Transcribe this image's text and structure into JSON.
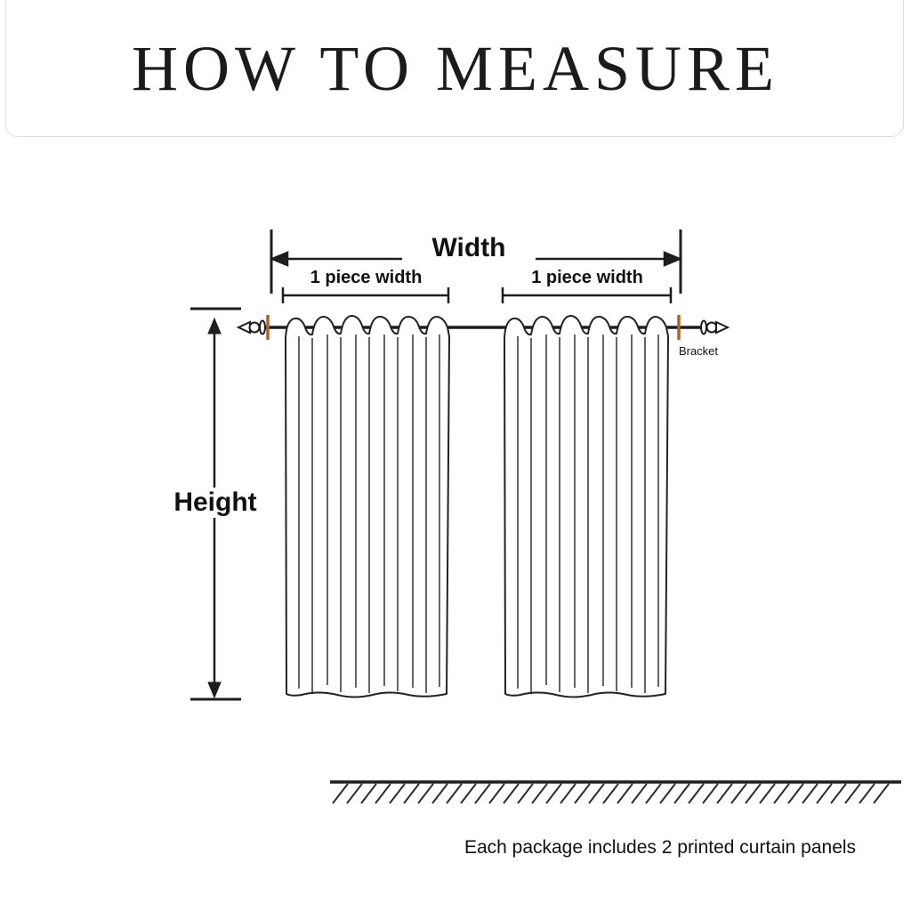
{
  "title": "HOW TO MEASURE",
  "diagram": {
    "width_label": "Width",
    "piece_width_left": "1 piece width",
    "piece_width_right": "1 piece width",
    "bracket_label": "Bracket",
    "height_label": "Height",
    "caption": "Each package includes 2 printed curtain panels",
    "colors": {
      "line": "#1d1d1d",
      "bracket_tick": "#b06325"
    }
  }
}
